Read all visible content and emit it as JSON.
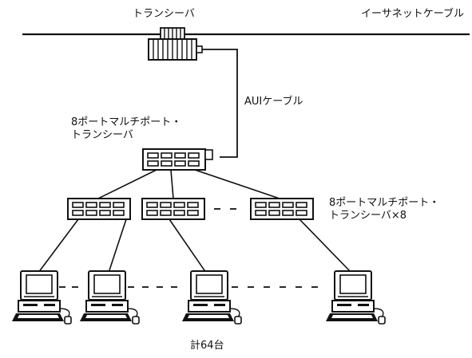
{
  "diagram": {
    "transceiver_label": "トランシーバ",
    "ethernet_label": "イーサネットケーブル",
    "aui_label": "AUIケーブル",
    "top_hub_label": [
      "8ポートマルチポート・",
      "トランシーバ"
    ],
    "lower_hub_label": [
      "8ポートマルチポート・",
      "トランシーバ×8"
    ],
    "total_label": "計64台"
  },
  "colors": {
    "ink": "#111111",
    "background": "#ffffff"
  }
}
